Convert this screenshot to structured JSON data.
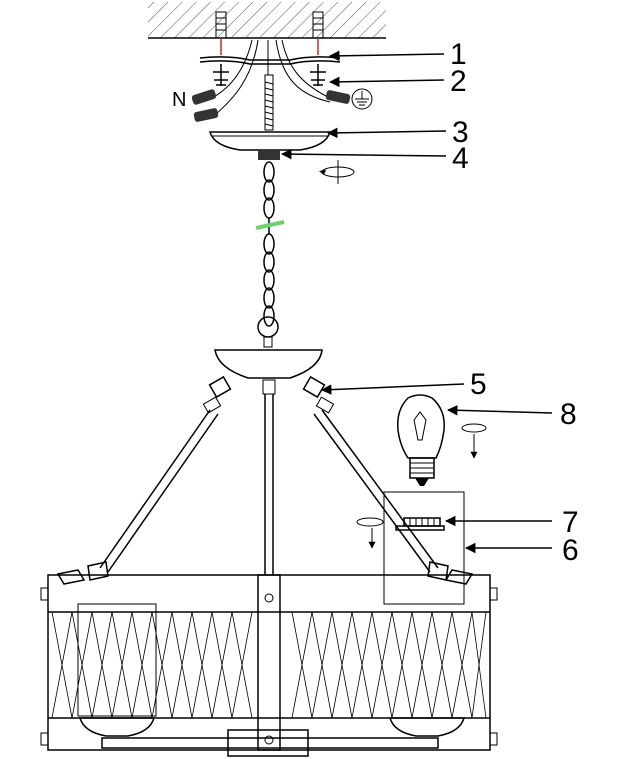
{
  "callouts": [
    {
      "id": "1",
      "label": "1"
    },
    {
      "id": "2",
      "label": "2"
    },
    {
      "id": "3",
      "label": "3"
    },
    {
      "id": "4",
      "label": "4"
    },
    {
      "id": "5",
      "label": "5"
    },
    {
      "id": "6",
      "label": "6"
    },
    {
      "id": "7",
      "label": "7"
    },
    {
      "id": "8",
      "label": "8"
    }
  ],
  "wire_labels": {
    "neutral": "N"
  },
  "colors": {
    "line": "#000000",
    "ground_wire": "#6fd06f",
    "wire_red": "#c0302a",
    "ceiling_hatch": "#555555"
  }
}
